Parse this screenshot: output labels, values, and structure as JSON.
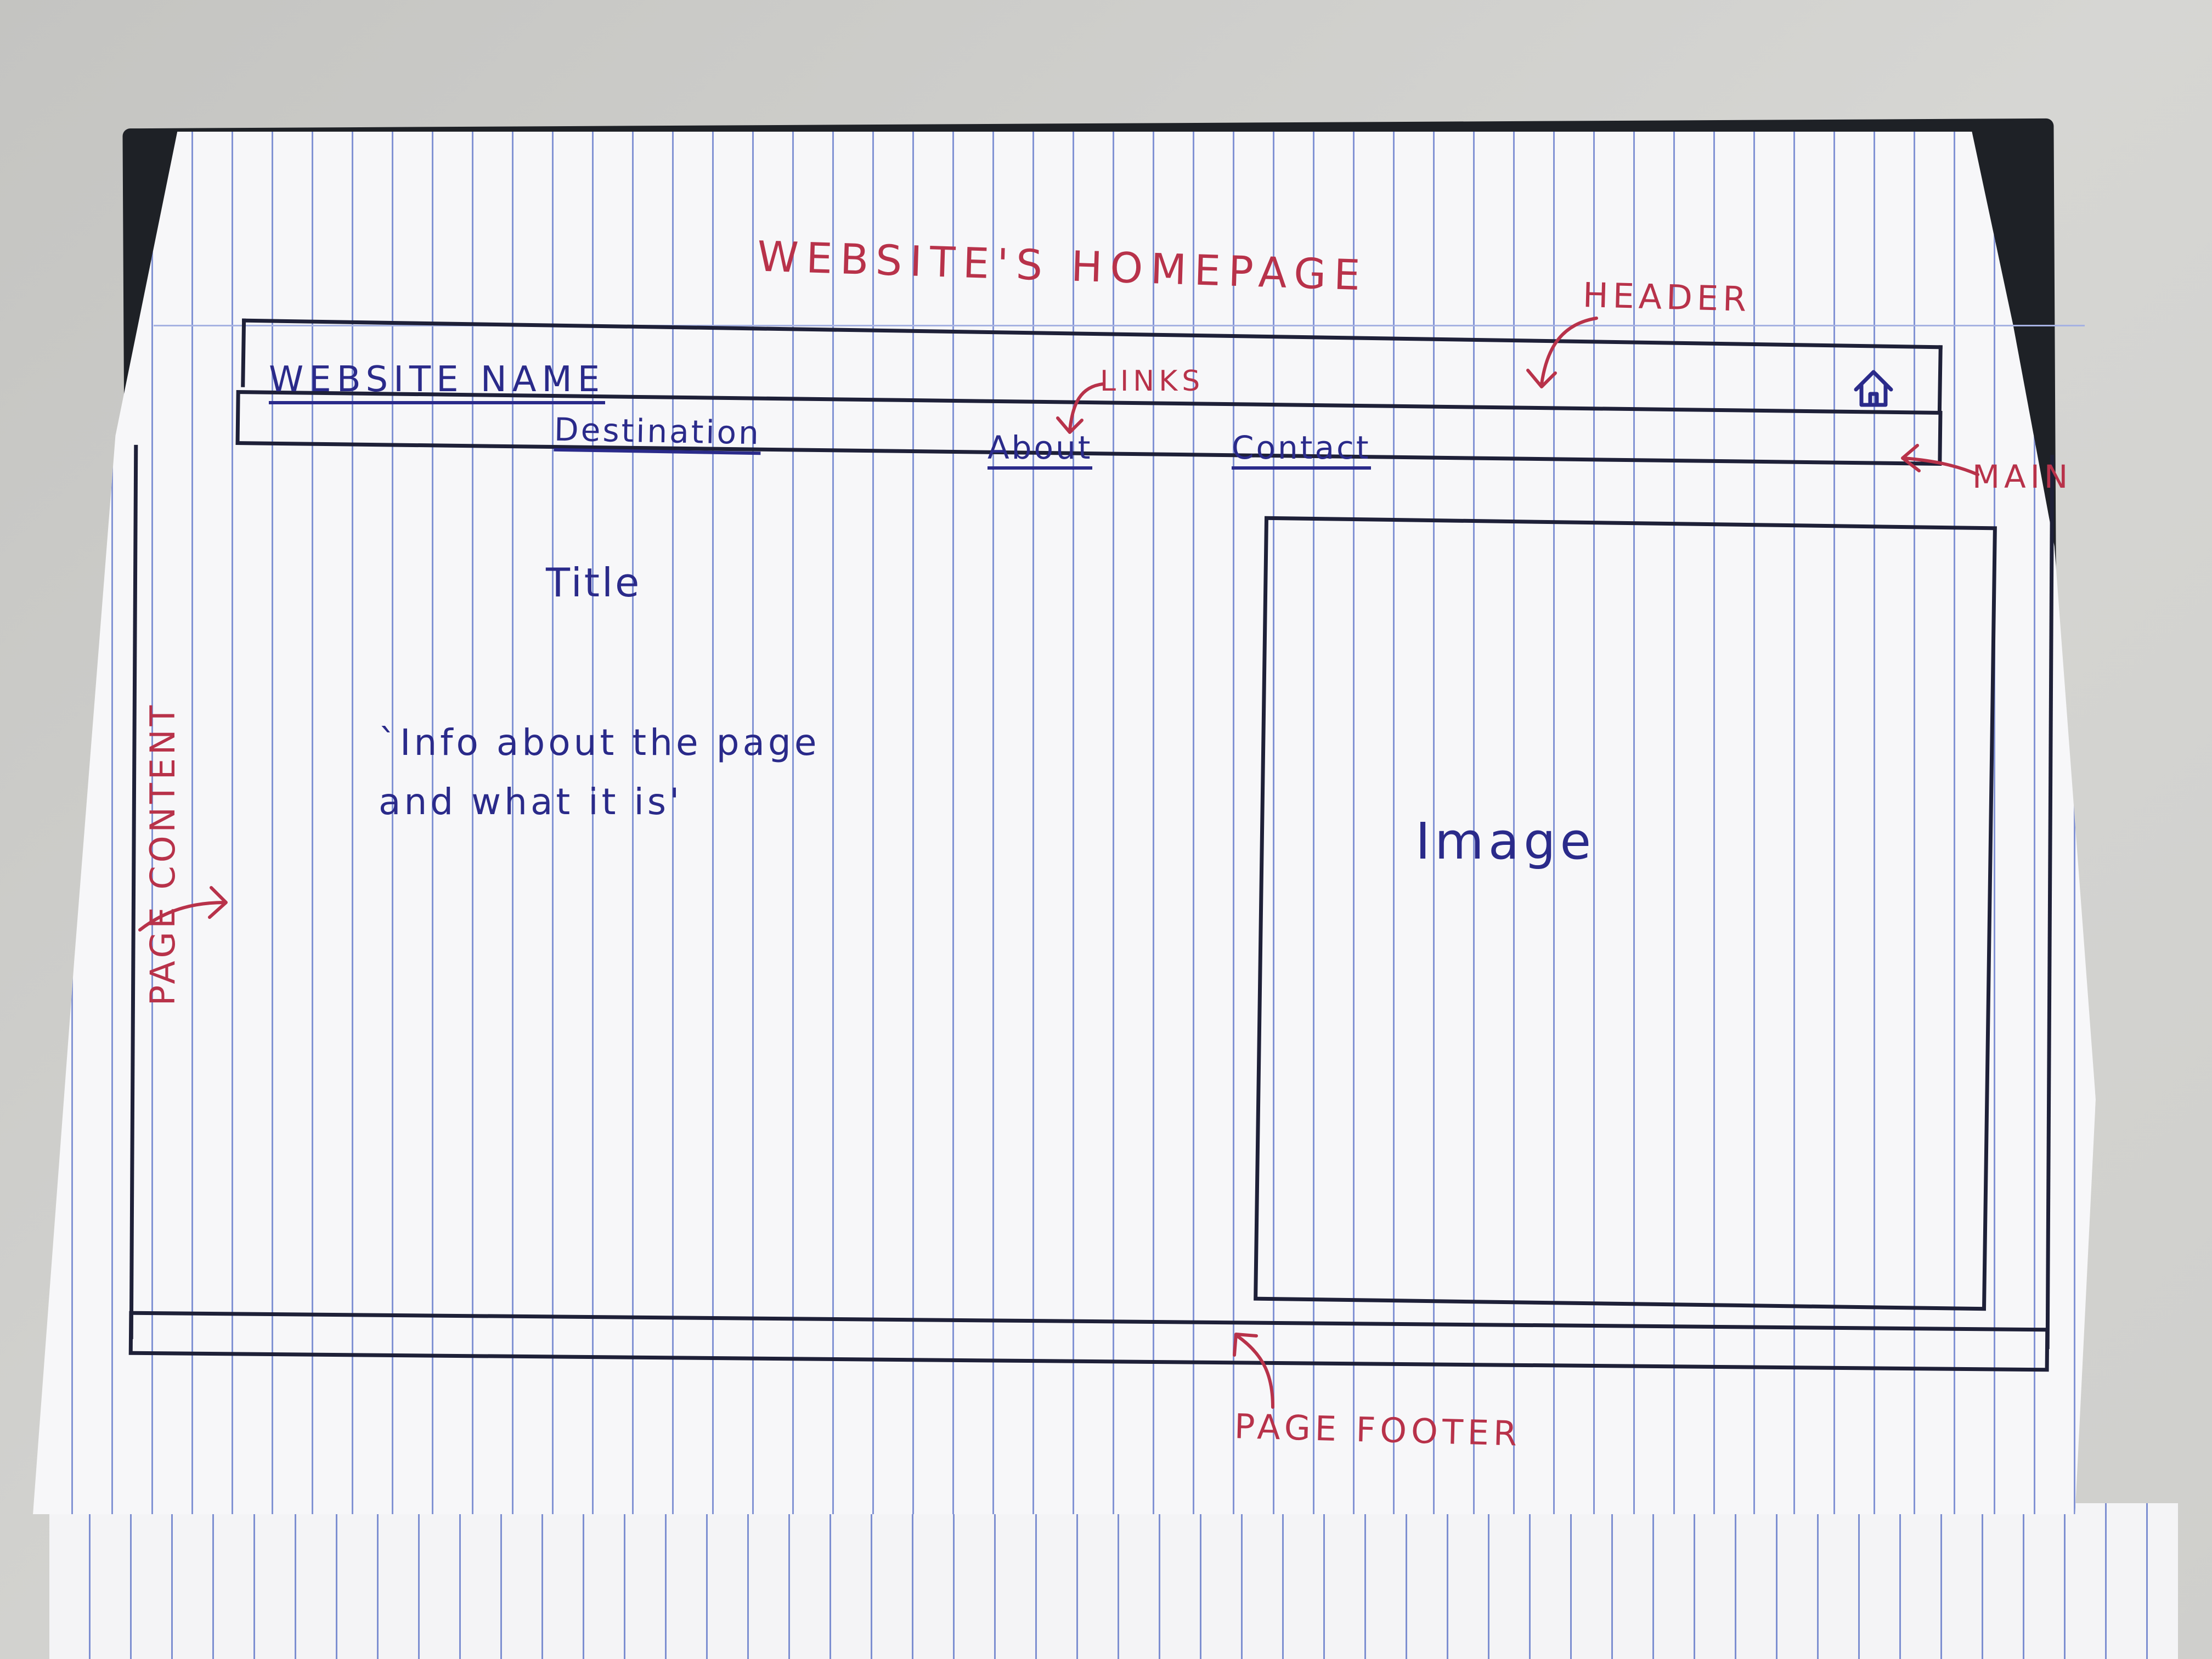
{
  "sheet": {
    "heading": "WEBSITE'S HOMEPAGE"
  },
  "wireframe": {
    "header": {
      "site_name": "WEBSITE NAME",
      "home_icon": "home-icon"
    },
    "nav": {
      "links": [
        "Destination",
        "About",
        "Contact"
      ]
    },
    "content": {
      "title": "Title",
      "info": "`Info about the page\nand what it is'"
    },
    "image": {
      "label": "Image"
    }
  },
  "annotations": {
    "header": "HEADER",
    "links": "LINKS",
    "main": "MAIN",
    "page_content": "PAGE CONTENT",
    "page_footer": "PAGE FOOTER"
  },
  "colors": {
    "ink_black": "#1e2038",
    "ink_blue": "#2a2a8a",
    "ink_red": "#b8324a",
    "ruled_line": "#8293d4",
    "paper": "#f7f7f9",
    "cover": "#1e2126"
  }
}
